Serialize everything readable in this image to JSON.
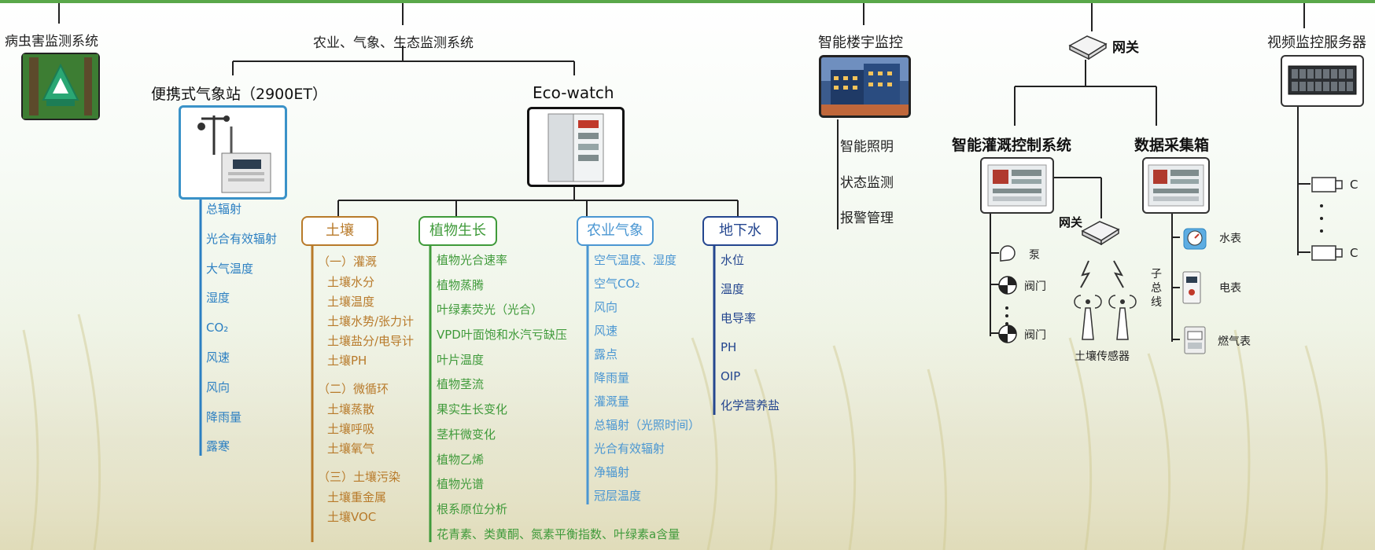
{
  "pest": {
    "title": "病虫害监测系统"
  },
  "agri": {
    "title": "农业、气象、生态监测系统"
  },
  "weather_station": {
    "title": "便携式气象站（2900ET）",
    "items": [
      "总辐射",
      "光合有效辐射",
      "大气温度",
      "湿度",
      "CO₂",
      "风速",
      "风向",
      "降雨量",
      "露寒"
    ]
  },
  "ecowatch": {
    "title": "Eco-watch"
  },
  "soil": {
    "label": "土壤",
    "items": [
      "（一）灌溉",
      "土壤水分",
      "土壤温度",
      "土壤水势/张力计",
      "土壤盐分/电导计",
      "土壤PH",
      "（二）微循环",
      "土壤蒸散",
      "土壤呼吸",
      "土壤氧气",
      "（三）土壤污染",
      "土壤重金属",
      "土壤VOC"
    ]
  },
  "plant": {
    "label": "植物生长",
    "items": [
      "植物光合速率",
      "植物蒸腾",
      "叶绿素荧光（光合）",
      "VPD叶面饱和水汽亏缺压",
      "叶片温度",
      "植物茎流",
      "果实生长变化",
      "茎杆微变化",
      "植物乙烯",
      "植物光谱",
      "根系原位分析",
      "花青素、类黄酮、氮素平衡指数、叶绿素a含量"
    ]
  },
  "agmet": {
    "label": "农业气象",
    "items": [
      "空气温度、湿度",
      "空气CO₂",
      "风向",
      "风速",
      "露点",
      "降雨量",
      "灌溉量",
      "总辐射（光照时间）",
      "光合有效辐射",
      "净辐射",
      "冠层温度"
    ]
  },
  "groundwater": {
    "label": "地下水",
    "items": [
      "水位",
      "温度",
      "电导率",
      "PH",
      "OIP",
      "化学营养盐"
    ]
  },
  "building": {
    "title": "智能楼宇监控",
    "items": [
      "智能照明",
      "状态监测",
      "报警管理"
    ]
  },
  "gateway": {
    "label": "网关"
  },
  "irrigation": {
    "title": "智能灌溉控制系统",
    "gateway_label": "网关",
    "pump": "泵",
    "valve1": "阀门",
    "valve2": "阀门",
    "sensor_label": "土壤传感器"
  },
  "collector": {
    "title": "数据采集箱",
    "bus_label": "子总线",
    "water": "水表",
    "electric": "电表",
    "gas": "燃气表"
  },
  "video": {
    "title": "视频监控服务器",
    "c1": "C",
    "c2": "C"
  },
  "colors": {
    "blue": "#2b7fc2",
    "brown": "#b87a2a",
    "green": "#3f9a3a",
    "navy": "#24468f",
    "accent": "#5aa84a"
  }
}
